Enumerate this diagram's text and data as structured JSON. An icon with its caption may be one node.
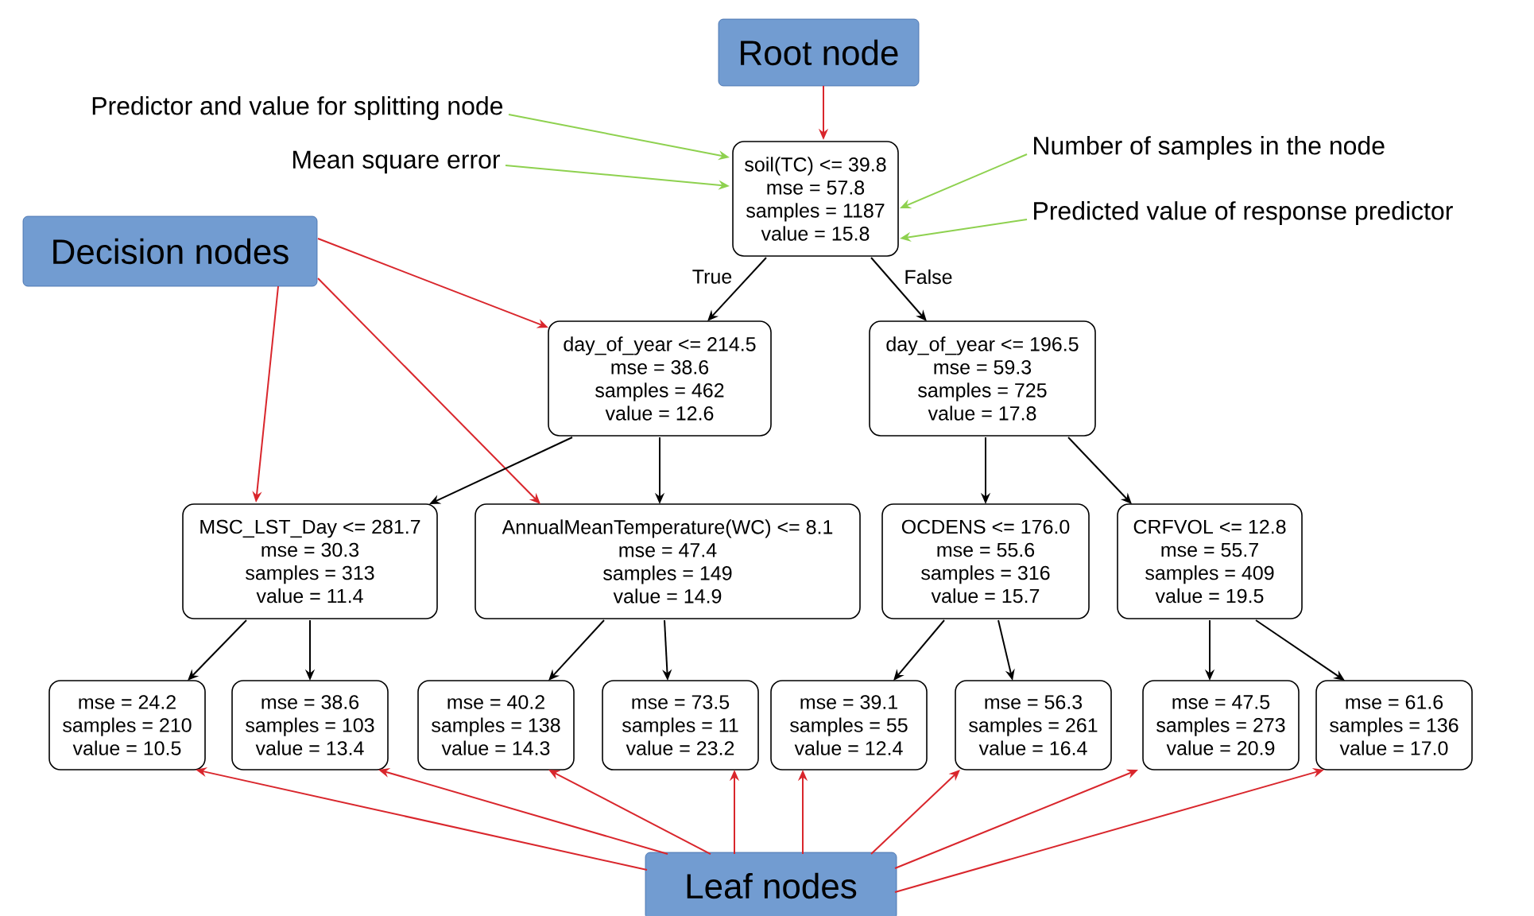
{
  "diagram": {
    "nodes": [
      {
        "text": [
          "Root node"
        ]
      },
      {
        "text": [
          "soil(TC) <= 39.8",
          "mse = 57.8",
          "samples = 1187",
          "value = 15.8"
        ]
      },
      {
        "text": [
          "Decision nodes"
        ]
      },
      {
        "text": [
          "Predictor and value for splitting node"
        ]
      },
      {
        "text": [
          "Mean square error"
        ]
      },
      {
        "text": [
          "Number of samples in the node"
        ]
      },
      {
        "text": [
          "Predicted value of response predictor"
        ]
      },
      {
        "text": [
          "day_of_year <= 214.5",
          "mse = 38.6",
          "samples = 462",
          "value = 12.6"
        ]
      },
      {
        "text": [
          "day_of_year <= 196.5",
          "mse = 59.3",
          "samples = 725",
          "value = 17.8"
        ]
      },
      {
        "text": [
          "MSC_LST_Day <= 281.7",
          "mse = 30.3",
          "samples = 313",
          "value = 11.4"
        ]
      },
      {
        "text": [
          "AnnualMeanTemperature(WC) <= 8.1",
          "mse = 47.4",
          "samples = 149",
          "value = 14.9"
        ]
      },
      {
        "text": [
          "OCDENS <= 176.0",
          "mse = 55.6",
          "samples = 316",
          "value = 15.7"
        ]
      },
      {
        "text": [
          "CRFVOL <= 12.8",
          "mse = 55.7",
          "samples = 409",
          "value = 19.5"
        ]
      },
      {
        "text": [
          "mse = 24.2",
          "samples = 210",
          "value = 10.5"
        ]
      },
      {
        "text": [
          "mse = 38.6",
          "samples = 103",
          "value = 13.4"
        ]
      },
      {
        "text": [
          "mse = 40.2",
          "samples = 138",
          "value = 14.3"
        ]
      },
      {
        "text": [
          "mse = 73.5",
          "samples = 11",
          "value = 23.2"
        ]
      },
      {
        "text": [
          "mse = 39.1",
          "samples = 55",
          "value = 12.4"
        ]
      },
      {
        "text": [
          "mse = 56.3",
          "samples = 261",
          "value = 16.4"
        ]
      },
      {
        "text": [
          "mse = 47.5",
          "samples = 273",
          "value = 20.9"
        ]
      },
      {
        "text": [
          "mse = 61.6",
          "samples = 136",
          "value = 17.0"
        ]
      },
      {
        "text": [
          "Leaf nodes"
        ]
      }
    ],
    "edges": [
      {
        "from": 0,
        "to": 1,
        "arrow": "to",
        "color": "#d9262c"
      },
      {
        "from": 3,
        "to": 1,
        "arrow": "to",
        "color": "#8ed14f"
      },
      {
        "from": 4,
        "to": 1,
        "arrow": "to",
        "color": "#8ed14f"
      },
      {
        "from": 5,
        "to": 1,
        "arrow": "to",
        "color": "#8ed14f"
      },
      {
        "from": 6,
        "to": 1,
        "arrow": "to",
        "color": "#8ed14f"
      },
      {
        "from": 1,
        "to": 7,
        "arrow": "to",
        "label": "True"
      },
      {
        "from": 1,
        "to": 8,
        "arrow": "to",
        "label": "False"
      },
      {
        "from": 2,
        "to": 7,
        "arrow": "to",
        "color": "#d9262c"
      },
      {
        "from": 2,
        "to": 9,
        "arrow": "to",
        "color": "#d9262c"
      },
      {
        "from": 2,
        "to": 10,
        "arrow": "to",
        "color": "#d9262c"
      },
      {
        "from": 7,
        "to": 9,
        "arrow": "to"
      },
      {
        "from": 7,
        "to": 10,
        "arrow": "to"
      },
      {
        "from": 8,
        "to": 11,
        "arrow": "to"
      },
      {
        "from": 8,
        "to": 12,
        "arrow": "to"
      },
      {
        "from": 9,
        "to": 13,
        "arrow": "to"
      },
      {
        "from": 9,
        "to": 14,
        "arrow": "to"
      },
      {
        "from": 10,
        "to": 15,
        "arrow": "to"
      },
      {
        "from": 10,
        "to": 16,
        "arrow": "to"
      },
      {
        "from": 11,
        "to": 17,
        "arrow": "to"
      },
      {
        "from": 11,
        "to": 18,
        "arrow": "to"
      },
      {
        "from": 12,
        "to": 19,
        "arrow": "to"
      },
      {
        "from": 12,
        "to": 20,
        "arrow": "to"
      },
      {
        "from": 21,
        "to": 13,
        "arrow": "to",
        "color": "#d9262c"
      },
      {
        "from": 21,
        "to": 14,
        "arrow": "to",
        "color": "#d9262c"
      },
      {
        "from": 21,
        "to": 15,
        "arrow": "to",
        "color": "#d9262c"
      },
      {
        "from": 21,
        "to": 16,
        "arrow": "to",
        "color": "#d9262c"
      },
      {
        "from": 21,
        "to": 17,
        "arrow": "to",
        "color": "#d9262c"
      },
      {
        "from": 21,
        "to": 18,
        "arrow": "to",
        "color": "#d9262c"
      },
      {
        "from": 21,
        "to": 19,
        "arrow": "to",
        "color": "#d9262c"
      },
      {
        "from": 21,
        "to": 20,
        "arrow": "to",
        "color": "#d9262c"
      }
    ]
  }
}
